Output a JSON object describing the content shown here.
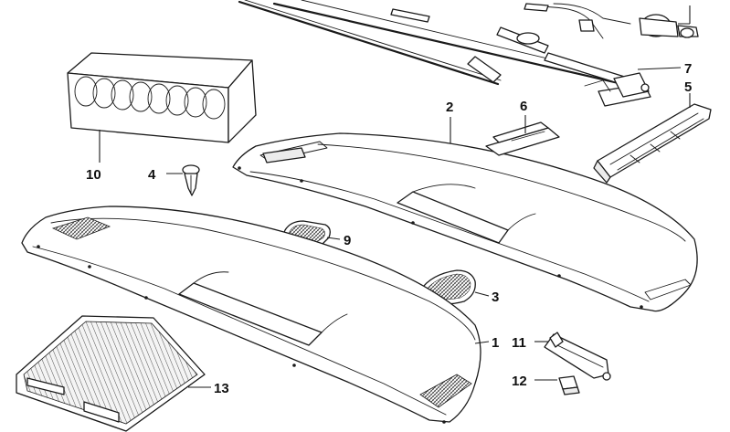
{
  "callouts": {
    "c1": "1",
    "c2": "2",
    "c3": "3",
    "c4": "4",
    "c5": "5",
    "c6": "6",
    "c7": "7",
    "c9": "9",
    "c10": "10",
    "c11": "11",
    "c12": "12",
    "c13": "13"
  },
  "colors": {
    "line": "#1a1a1a",
    "background": "#ffffff",
    "shade": "#ececec"
  }
}
